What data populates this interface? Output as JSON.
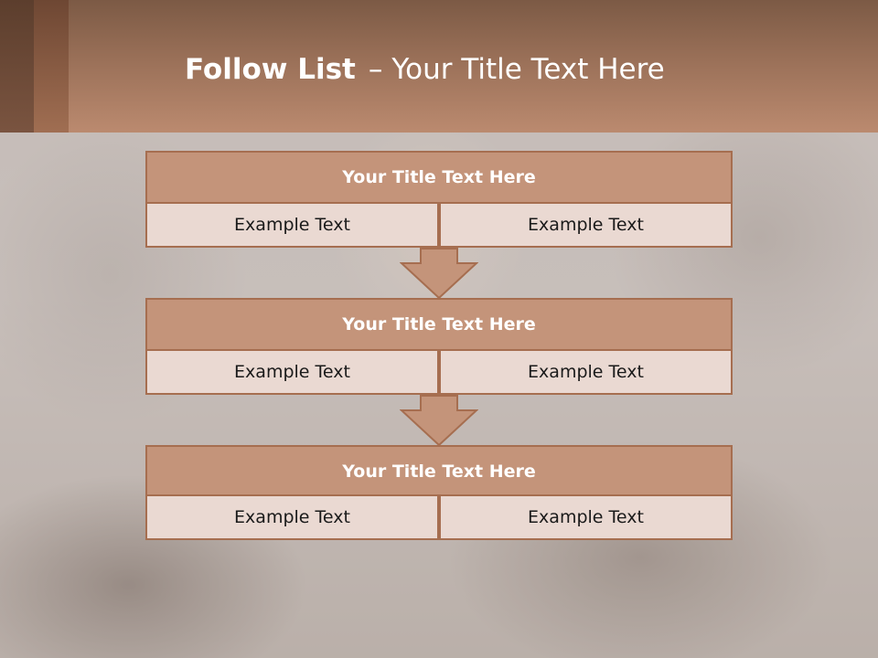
{
  "slide": {
    "title_strong": "Follow List",
    "title_dash": "–",
    "title_rest": "Your Title Text Here"
  },
  "blocks": [
    {
      "title": "Your Title Text Here",
      "left": "Example Text",
      "right": "Example Text"
    },
    {
      "title": "Your Title Text Here",
      "left": "Example Text",
      "right": "Example Text"
    },
    {
      "title": "Your Title Text Here",
      "left": "Example Text",
      "right": "Example Text"
    }
  ],
  "colors": {
    "header": "#9a7058",
    "block_fill": "#c4947a",
    "cell_fill": "#ead9d2",
    "border": "#a66e50"
  }
}
